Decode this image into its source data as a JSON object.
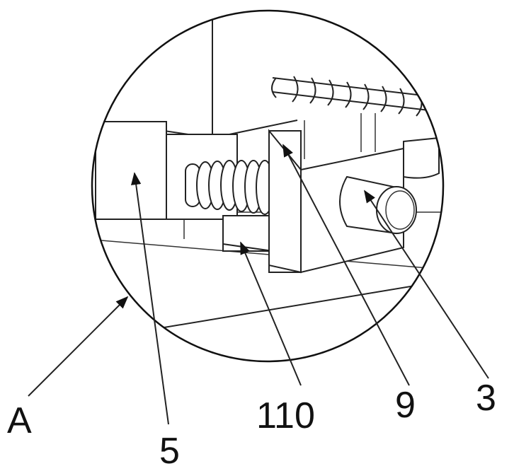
{
  "labels": {
    "detail": "A",
    "part_5": "5",
    "part_110": "110",
    "part_9": "9",
    "part_3": "3"
  }
}
